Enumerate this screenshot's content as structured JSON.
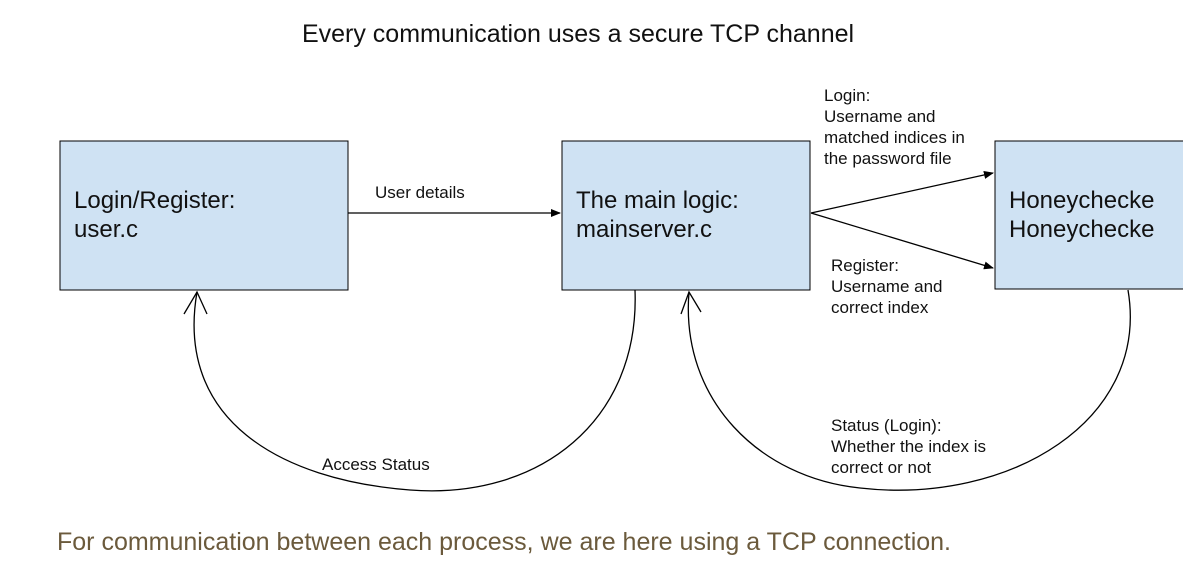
{
  "diagram": {
    "title": "Every communication uses a secure TCP channel",
    "box_fill": "#cfe2f3",
    "nodes": {
      "user": {
        "lines": [
          "Login/Register:",
          "user.c"
        ]
      },
      "main": {
        "lines": [
          "The main logic:",
          "mainserver.c"
        ]
      },
      "honey": {
        "lines": [
          "Honeychecke",
          "Honeychecke"
        ]
      }
    },
    "edges": {
      "user_details": [
        "User details"
      ],
      "login_to_honey": [
        "Login:",
        "Username and",
        "matched indices in",
        "the password file"
      ],
      "register_to_honey": [
        "Register:",
        "Username and",
        "correct index"
      ],
      "status_login": [
        "Status (Login):",
        "Whether the index is",
        "correct or not"
      ],
      "access_status": [
        "Access Status"
      ]
    }
  },
  "caption": "For communication between each process, we are here using a TCP connection."
}
